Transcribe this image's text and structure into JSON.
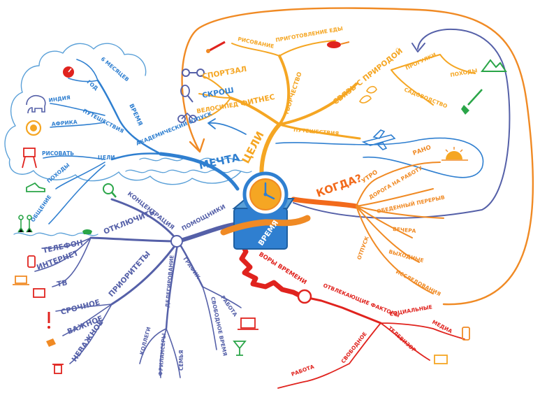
{
  "colors": {
    "orange": "#f08a24",
    "amber": "#f5a623",
    "blue": "#2f7fd0",
    "indigo": "#5560a8",
    "red": "#e0231e",
    "deep_orange": "#f26a1b",
    "cloud": "#5aa0d8"
  },
  "center": {
    "label": "Время",
    "icon": "clock-icon"
  },
  "goals": {
    "label": "Цели",
    "fitness": {
      "label": "Фитнес",
      "items": [
        "Спортзал",
        "Скрош",
        "Велосипед"
      ]
    },
    "creativity": {
      "label": "Творчество",
      "items": [
        "Рисование",
        "Приготовление еды"
      ]
    },
    "nature": {
      "label": "Связь с природой",
      "items": [
        "Прогулки",
        "Походы",
        "Садоводство"
      ]
    },
    "travel": "Путешествия"
  },
  "dream": {
    "label": "Мечта",
    "sabbatical": "Академический отпуск",
    "time": {
      "label": "Время",
      "items": [
        "6 месяцев",
        "Год"
      ]
    },
    "travel": {
      "label": "Путешествия",
      "items": [
        "Индия",
        "Африка"
      ]
    },
    "goals": {
      "label": "Цели",
      "items": [
        "Рисовать",
        "Походы",
        "Общение"
      ]
    }
  },
  "when": {
    "label": "Когда?",
    "morning": {
      "label": "Утро",
      "items": [
        "Рано",
        "Дорога на работу"
      ]
    },
    "items": [
      "Обеденный перерыв",
      "Вечера",
      "Выходные"
    ],
    "vacation": {
      "label": "Отпуск",
      "items": [
        "Исследования"
      ]
    }
  },
  "helpers": {
    "label": "Помощники",
    "concentration": "Концентрация",
    "disconnect": {
      "label": "Отключить",
      "items": [
        "Телефон",
        "Интернет",
        "ТВ"
      ]
    },
    "priorities": {
      "label": "Приоритеты",
      "items": [
        "Срочное",
        "Важное",
        "Неважное"
      ]
    },
    "delegation": {
      "label": "Делегирование",
      "items": [
        "Коллеги",
        "Фрилансеры",
        "Семья"
      ]
    },
    "schedule": {
      "label": "График",
      "items": [
        "Работа",
        "Свободное время"
      ]
    }
  },
  "thieves": {
    "label": "Воры времени",
    "distractions": "Отвлекающие факторы",
    "social": {
      "label": "Социальные",
      "items": [
        "Медиа"
      ]
    },
    "items": [
      "Телевизор",
      "Свободное",
      "Работа"
    ]
  }
}
